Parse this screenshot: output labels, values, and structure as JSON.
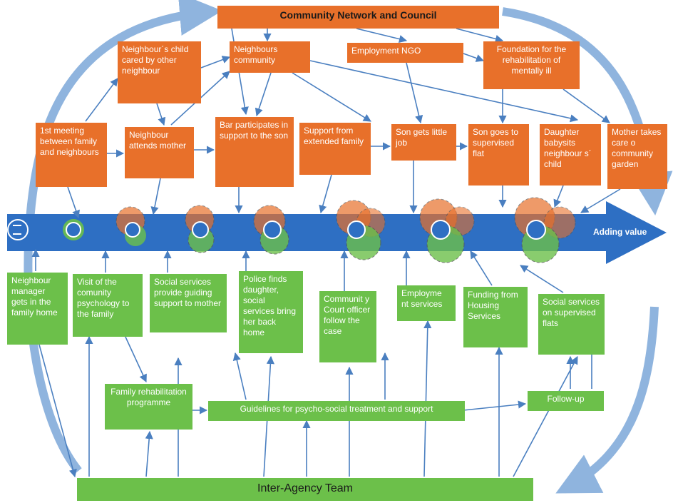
{
  "colors": {
    "orange": "#e8702a",
    "green": "#6cc04a",
    "arrow_blue": "#2e6fc3",
    "light_blue": "#8fb4de",
    "connector": "#4a7fc0"
  },
  "top": {
    "council": "Community Network and Council",
    "neighbour_child": "Neighbour´s child cared by other neighbour",
    "neighbours_community": "Neighbours community",
    "employment_ngo": "Employment NGO",
    "foundation": "Foundation for the rehabilitation of mentally ill"
  },
  "middle": {
    "first_meeting": "1st meeting between family and neighbours",
    "neighbour_attends": "Neighbour attends mother",
    "bar": "Bar participates in support to the son",
    "extended_family": "Support from extended family",
    "son_job": "Son gets little job",
    "son_flat": "Son goes to supervised flat",
    "daughter_babysits": "Daughter babysits neighbour s´ child",
    "mother_garden": "Mother takes care o community garden"
  },
  "arrow": {
    "label": "Adding value"
  },
  "bottom": {
    "neighbour_manager": "Neighbour manager gets in the family home",
    "visit_psychology": "Visit of the comunity psychology to the family",
    "social_guiding": "Social services provide guiding support to mother",
    "police": "Police finds daughter, social services bring her back home",
    "court_officer": "Communit y Court officer follow the case",
    "employment_services": "Employme nt services",
    "funding_housing": "Funding from Housing Services",
    "social_flats": "Social services on supervised flats",
    "family_rehab": "Family rehabilitation programme",
    "guidelines": "Guidelines for psycho-social treatment and support",
    "follow_up": "Follow-up",
    "inter_agency": "Inter-Agency Team"
  }
}
